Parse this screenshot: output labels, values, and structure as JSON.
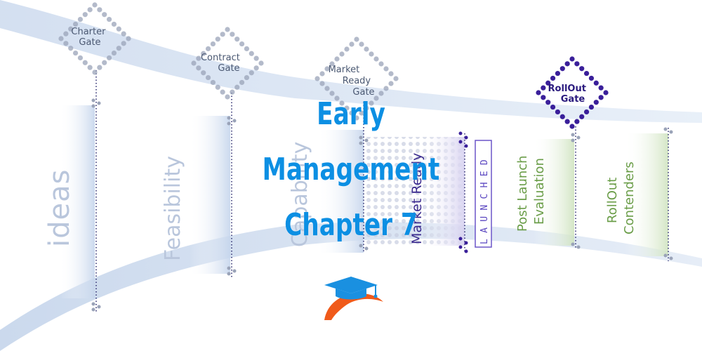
{
  "gates": {
    "charter": [
      "Charter",
      "Gate"
    ],
    "contract": [
      "Contract",
      "Gate"
    ],
    "market_ready": [
      "Market",
      "Ready",
      "Gate"
    ],
    "rollout": [
      "RollOut",
      "Gate"
    ]
  },
  "stages": {
    "ideas": "ideas",
    "feasibility": "Feasibility",
    "capability": "Capability",
    "market_ready": "Market Ready",
    "launched": "LAUNCHED",
    "post_launch": [
      "Post Launch",
      "Evaluation"
    ],
    "rollout_contenders": [
      "RollOut",
      "Contenders"
    ]
  },
  "title": {
    "line1": "Early",
    "line2": "Management",
    "line3": "Chapter 7"
  },
  "colors": {
    "accent": "#0c8fe3",
    "gate_gray": "#9aa3b8",
    "gate_purple": "#3a1f9a",
    "band": "#b9cde8",
    "stage_text": "#b5c4dc",
    "green_text": "#5f9a3c",
    "logo_orange": "#f05a1a",
    "logo_blue": "#1a90e0"
  },
  "logo": {
    "icon": "graduation-cap-icon"
  }
}
